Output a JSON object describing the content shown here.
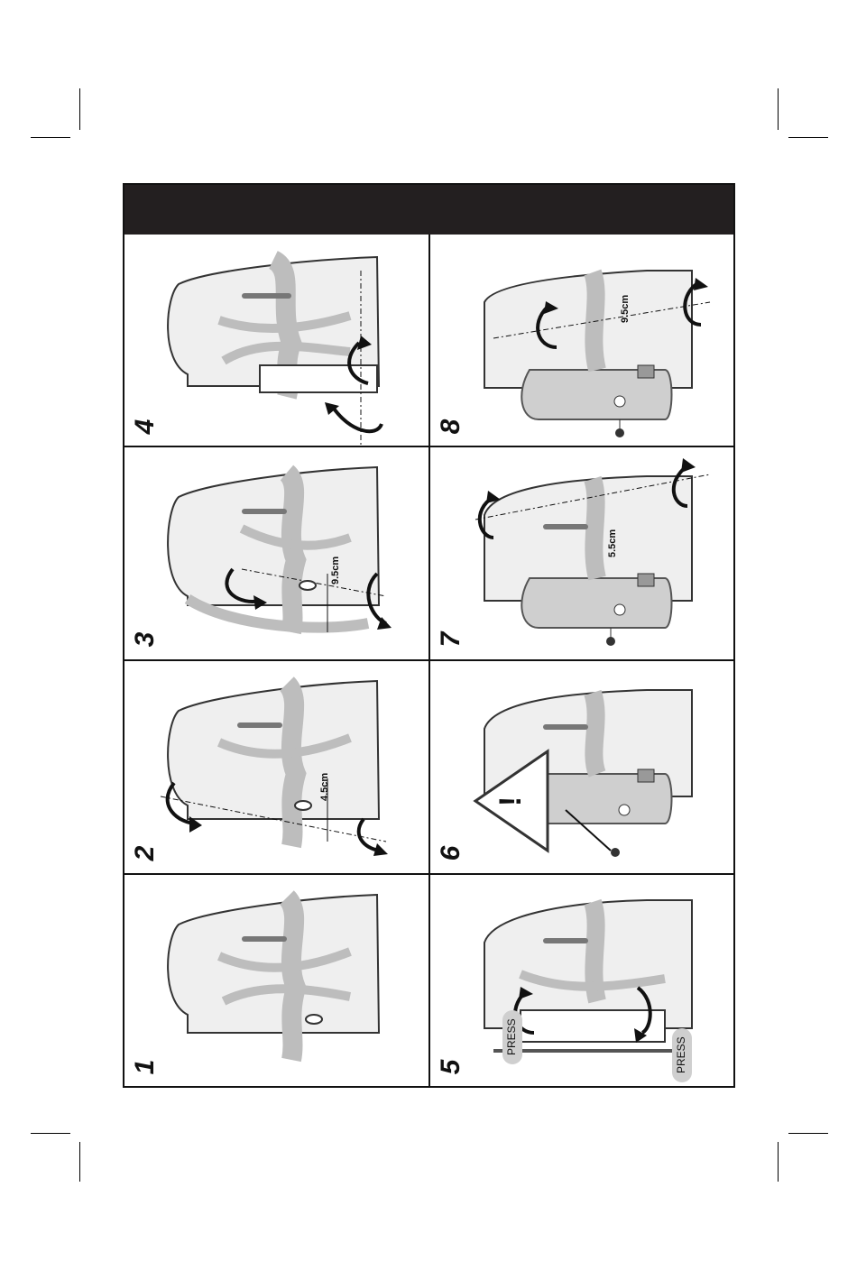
{
  "steps": [
    {
      "number": "1"
    },
    {
      "number": "2",
      "measure": "4.5cm"
    },
    {
      "number": "3",
      "measure": "9.5cm"
    },
    {
      "number": "4"
    },
    {
      "number": "5",
      "press_left": "PRESS",
      "press_right": "PRESS"
    },
    {
      "number": "6",
      "warning": "!"
    },
    {
      "number": "7",
      "measure": "5.5cm"
    },
    {
      "number": "8",
      "measure": "9.5cm"
    }
  ],
  "colors": {
    "header": "#231f20",
    "body": "#efefef",
    "strap": "#bdbdbd",
    "outline": "#333333"
  }
}
